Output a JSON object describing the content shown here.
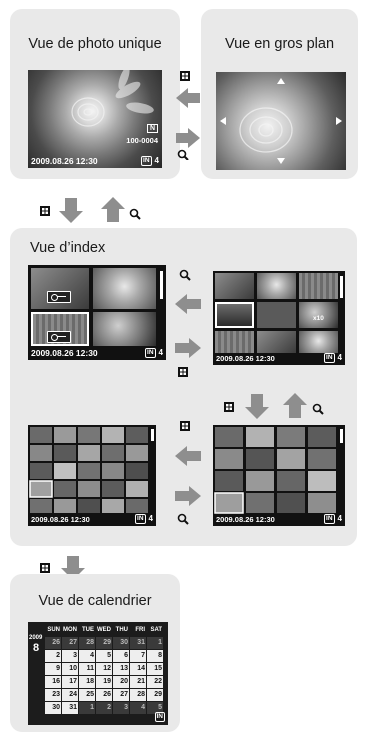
{
  "titles": {
    "single": "Vue de photo unique",
    "zoom": "Vue en gros plan",
    "index": "Vue d’index",
    "calendar": "Vue de calendrier"
  },
  "screens": {
    "datetime": "2009.08.26  12:30",
    "file_number": "100-0004",
    "image_size": "N",
    "count": "4",
    "storage": "IN",
    "copies": "x10"
  },
  "calendar": {
    "year": "2009",
    "month": "8",
    "days_header": [
      "SUN",
      "MON",
      "TUE",
      "WED",
      "THU",
      "FRI",
      "SAT"
    ],
    "rows": [
      [
        "26",
        "27",
        "28",
        "29",
        "30",
        "31",
        "1"
      ],
      [
        "2",
        "3",
        "4",
        "5",
        "6",
        "7",
        "8"
      ],
      [
        "9",
        "10",
        "11",
        "12",
        "13",
        "14",
        "15"
      ],
      [
        "16",
        "17",
        "18",
        "19",
        "20",
        "21",
        "22"
      ],
      [
        "23",
        "24",
        "25",
        "26",
        "27",
        "28",
        "29"
      ],
      [
        "30",
        "31",
        "1",
        "2",
        "3",
        "4",
        "5"
      ]
    ],
    "storage": "IN"
  },
  "icons": {
    "zoom_in": "magnifier-icon",
    "index": "grid-icon",
    "arrow_color": "#8e8e8e"
  }
}
